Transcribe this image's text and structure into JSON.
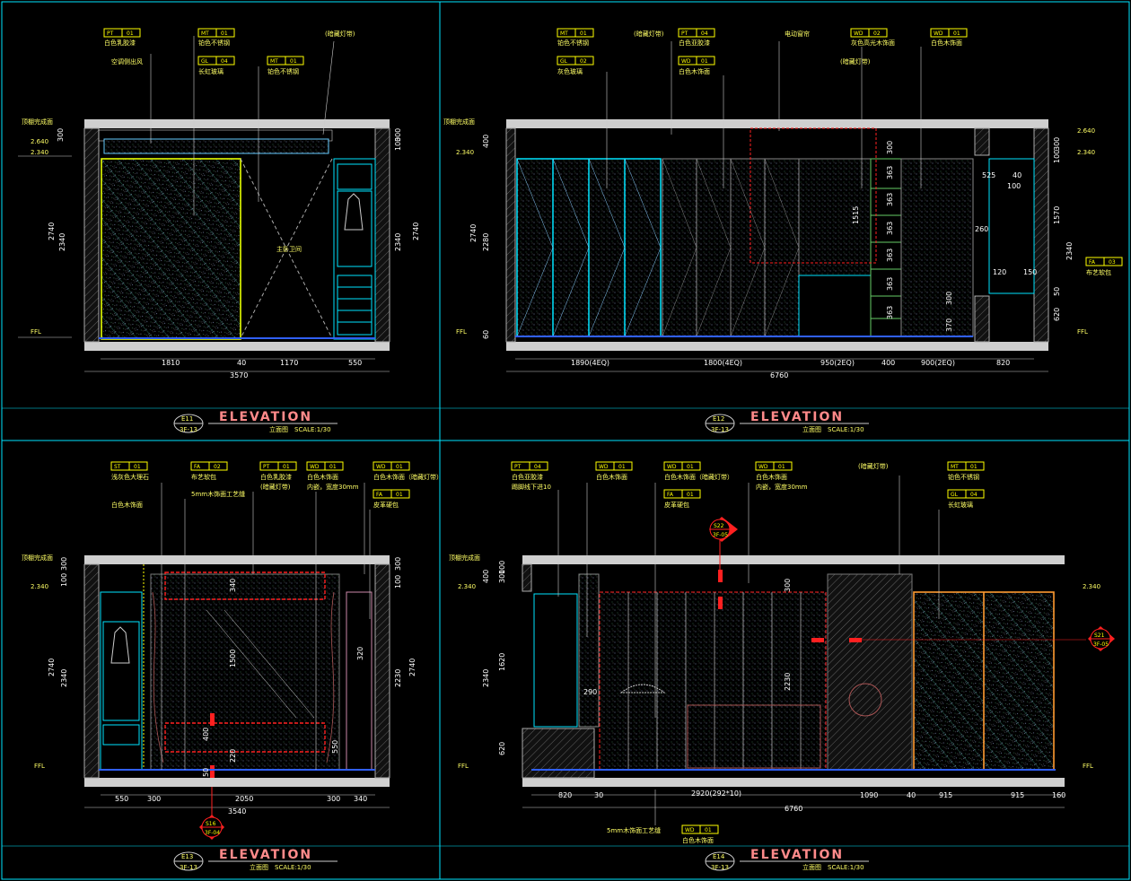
{
  "panels": [
    {
      "id": "E11",
      "sheet": "3F-13",
      "heading": "ELEVATION",
      "subtitle": "立面图",
      "scale": "SCALE:1/30",
      "tags": [
        {
          "code": "PT",
          "num": "01",
          "text": "白色乳胶漆"
        },
        {
          "code": "MT",
          "num": "01",
          "text": "铂色不锈钢"
        },
        {
          "code": "GL",
          "num": "04",
          "text": "长虹玻璃"
        },
        {
          "code": "MT",
          "num": "01",
          "text": "铂色不锈钢"
        }
      ],
      "notes": [
        "空调侧出风",
        "(暗藏灯带)",
        "主卧卫间"
      ],
      "levels": [
        "2.640",
        "2.340",
        "FFL",
        "顶棚完成面"
      ],
      "widths": [
        "1810",
        "40",
        "1170",
        "550"
      ],
      "total": "3570",
      "heights_left": [
        "300",
        "2740",
        "2340"
      ],
      "heights_right": [
        "300",
        "100",
        "2340",
        "2740"
      ]
    },
    {
      "id": "E12",
      "sheet": "3F-13",
      "heading": "ELEVATION",
      "subtitle": "立面图",
      "scale": "SCALE:1/30",
      "tags": [
        {
          "code": "MT",
          "num": "01",
          "text": "铂色不锈钢"
        },
        {
          "code": "GL",
          "num": "02",
          "text": "灰色玻璃"
        },
        {
          "code": "PT",
          "num": "04",
          "text": "白色亚胶漆"
        },
        {
          "code": "WD",
          "num": "01",
          "text": "白色木饰面"
        },
        {
          "code": "WD",
          "num": "02",
          "text": "灰色高光木饰面"
        },
        {
          "code": "WD",
          "num": "01",
          "text": "白色木饰面"
        }
      ],
      "notes": [
        "(暗藏灯带)",
        "电动窗帘",
        "(暗藏灯带)",
        "布艺软包"
      ],
      "fabric_tag": {
        "code": "FA",
        "num": "03"
      },
      "levels": [
        "2.640",
        "2.340",
        "FFL",
        "顶棚完成面"
      ],
      "widths": [
        "1890(4EQ)",
        "1800(4EQ)",
        "950(2EQ)",
        "400",
        "900(2EQ)",
        "820"
      ],
      "total": "6760",
      "heights_left": [
        "400",
        "2740",
        "2280",
        "60"
      ],
      "heights_right": [
        "300",
        "100",
        "1570",
        "2340",
        "620",
        "50"
      ],
      "inner": [
        "1515",
        "300",
        "363",
        "363",
        "363",
        "363",
        "363",
        "363",
        "300",
        "370",
        "525",
        "40",
        "100",
        "260",
        "120",
        "150"
      ]
    },
    {
      "id": "E13",
      "sheet": "3F-13",
      "heading": "ELEVATION",
      "subtitle": "立面图",
      "scale": "SCALE:1/30",
      "tags": [
        {
          "code": "ST",
          "num": "01",
          "text": "浅灰色大理石"
        },
        {
          "code": "FA",
          "num": "02",
          "text": "布艺软包"
        },
        {
          "code": "PT",
          "num": "01",
          "text": "白色乳胶漆"
        },
        {
          "code": "WD",
          "num": "01",
          "text": "白色木饰面"
        },
        {
          "code": "WD",
          "num": "01",
          "text": "白色木饰面（暗藏灯带）"
        },
        {
          "code": "FA",
          "num": "01",
          "text": "皮革硬包"
        }
      ],
      "notes": [
        "白色木饰面",
        "5mm木饰面工艺缝",
        "(暗藏灯带)",
        "内嵌，宽度30mm"
      ],
      "callout": {
        "id": "S16",
        "sheet": "3F-04"
      },
      "levels": [
        "2.340",
        "FFL",
        "顶棚完成面"
      ],
      "widths": [
        "550",
        "300",
        "2050",
        "300",
        "340"
      ],
      "total": "3540",
      "heights_left": [
        "300",
        "100",
        "2740",
        "2340"
      ],
      "heights_right": [
        "300",
        "100",
        "2740",
        "2230",
        "320",
        "550"
      ],
      "inner": [
        "340",
        "1500",
        "400",
        "220",
        "50"
      ]
    },
    {
      "id": "E14",
      "sheet": "3F-13",
      "heading": "ELEVATION",
      "subtitle": "立面图",
      "scale": "SCALE:1/30",
      "tags": [
        {
          "code": "PT",
          "num": "04",
          "text": "白色亚胶漆"
        },
        {
          "code": "WD",
          "num": "01",
          "text": "白色木饰面"
        },
        {
          "code": "WD",
          "num": "01",
          "text": "白色木饰面（暗藏灯带）"
        },
        {
          "code": "FA",
          "num": "01",
          "text": "皮革硬包"
        },
        {
          "code": "WD",
          "num": "01",
          "text": "白色木饰面"
        },
        {
          "code": "MT",
          "num": "01",
          "text": "铂色不锈钢"
        },
        {
          "code": "GL",
          "num": "04",
          "text": "长虹玻璃"
        }
      ],
      "notes": [
        "踢脚线下进10",
        "(暗藏灯带)",
        "内嵌，宽度30mm",
        "5mm木饰面工艺缝"
      ],
      "bottom_tag": {
        "code": "WD",
        "num": "01",
        "text": "白色木饰面"
      },
      "callouts": [
        {
          "id": "S22",
          "sheet": "3F-05"
        },
        {
          "id": "S21",
          "sheet": "3F-05"
        }
      ],
      "levels": [
        "2.340",
        "2.340",
        "FFL",
        "FFL",
        "顶棚完成面"
      ],
      "widths": [
        "820",
        "30",
        "2920(292*10)",
        "1090",
        "40",
        "915",
        "915",
        "160"
      ],
      "total": "6760",
      "heights_left": [
        "400",
        "300",
        "100",
        "2340",
        "1620",
        "620"
      ],
      "inner": [
        "300",
        "2230",
        "290"
      ]
    }
  ],
  "colors": {
    "frame": "#00e5ff",
    "tag_text": "#ffff00",
    "dim_text": "#ffffff",
    "wall": "#d0d0d0",
    "accent_red": "#ff2020",
    "title": "#ff8a8a"
  }
}
